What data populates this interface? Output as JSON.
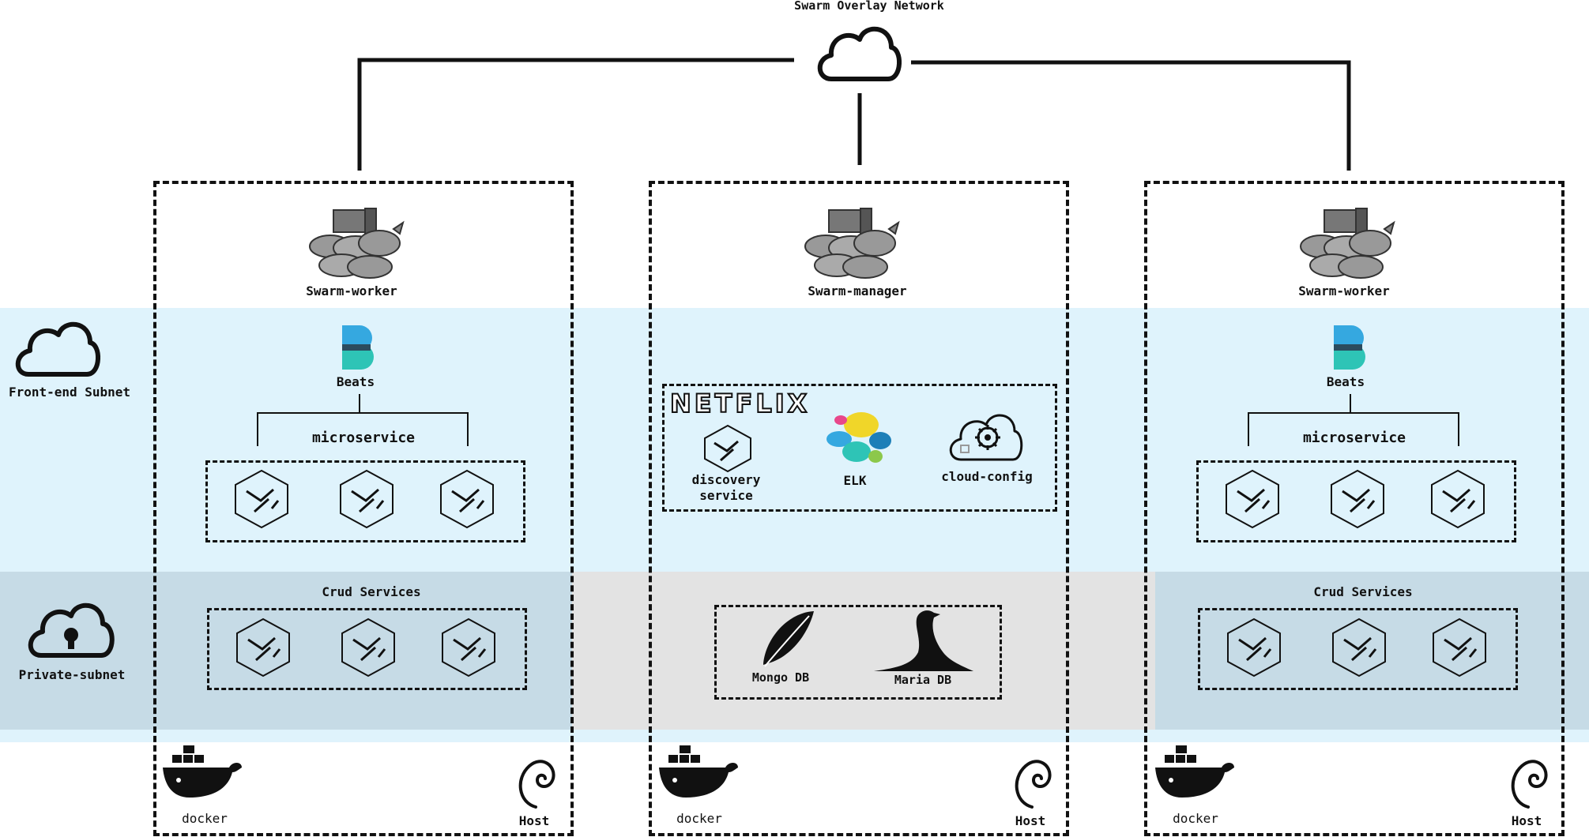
{
  "network": {
    "title": "Swarm Overlay Network"
  },
  "subnets": {
    "front_end": {
      "label": "Front-end Subnet",
      "color": "#dff3fc"
    },
    "private": {
      "label": "Private-subnet",
      "color": "#c6dbe6"
    }
  },
  "colors": {
    "db_band": "#e3e3e3",
    "line": "#111111",
    "beats_blue": "#35a8e0",
    "beats_teal": "#2ec4b6"
  },
  "nodes": [
    {
      "role": "Swarm-worker",
      "beats": "Beats",
      "microservice": "microservice",
      "crud": "Crud Services",
      "docker": "docker",
      "host": "Host"
    },
    {
      "role": "Swarm-manager",
      "netflix": "NETFLIX",
      "discovery": "discovery\nservice",
      "elk": "ELK",
      "cloud_config": "cloud-config",
      "mongo": "Mongo DB",
      "maria": "Maria DB",
      "docker": "docker",
      "host": "Host"
    },
    {
      "role": "Swarm-worker",
      "beats": "Beats",
      "microservice": "microservice",
      "crud": "Crud Services",
      "docker": "docker",
      "host": "Host"
    }
  ],
  "icons": [
    "cloud-icon",
    "cloud-lock-icon",
    "swarm-whales-icon",
    "beats-icon",
    "microservice-cube-icon",
    "elk-icon",
    "cloud-gear-icon",
    "feather-icon",
    "sea-lion-icon",
    "docker-icon",
    "debian-swirl-icon"
  ]
}
